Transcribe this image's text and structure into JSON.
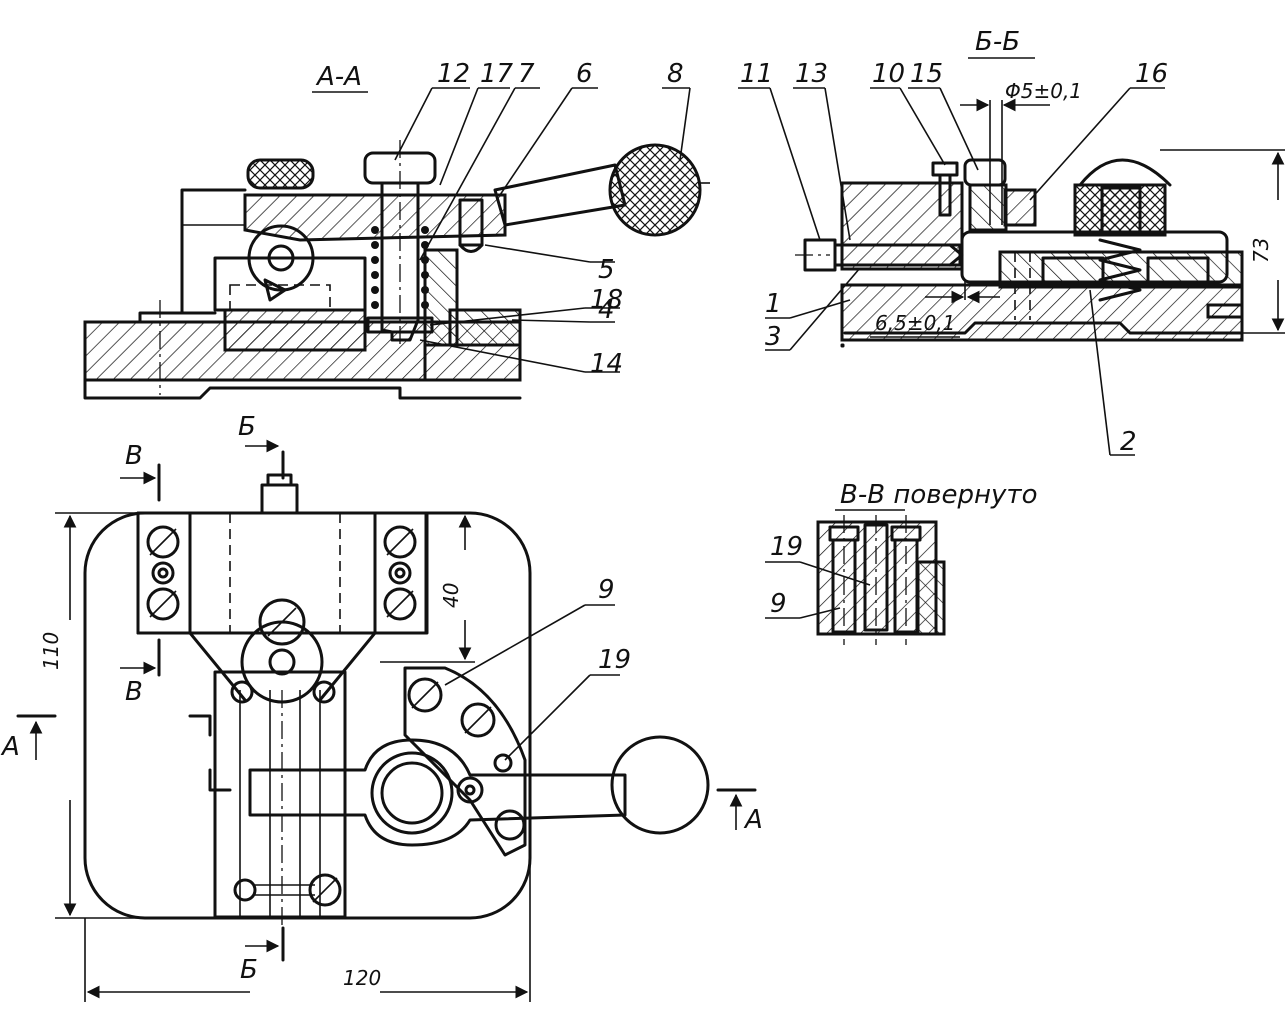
{
  "sections": {
    "aa": "А-А",
    "bb": "Б-Б",
    "vv": "В-В повернуто"
  },
  "cut_marks": {
    "a": "А",
    "b": "Б",
    "v": "В"
  },
  "dimensions": {
    "d5": "Φ5±0,1",
    "d65": "6,5±0,1",
    "d73": "73",
    "d40": "40",
    "d110": "110",
    "d120": "120"
  },
  "callouts": {
    "n1": "1",
    "n2": "2",
    "n3": "3",
    "n4": "4",
    "n5": "5",
    "n6": "6",
    "n7": "7",
    "n8": "8",
    "n9": "9",
    "n10": "10",
    "n11": "11",
    "n12": "12",
    "n13": "13",
    "n14": "14",
    "n15": "15",
    "n16": "16",
    "n17": "17",
    "n18": "18",
    "n19": "19"
  }
}
